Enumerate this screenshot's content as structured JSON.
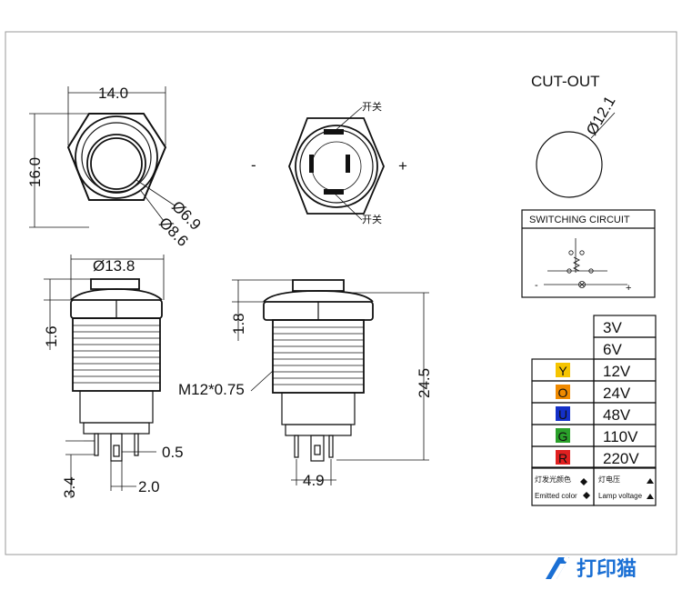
{
  "dimensions": {
    "hex_width": "14.0",
    "hex_height": "16.0",
    "inner_dia": "Ø6.9",
    "outer_dia": "Ø8.6",
    "head_dia": "Ø13.8",
    "head_height_left": "1.6",
    "head_height_right": "1.8",
    "total_length": "24.5",
    "thread": "M12*0.75",
    "pin_width": "0.5",
    "pin_length": "3.4",
    "pin_spacing": "2.0",
    "pin_spacing_side": "4.9"
  },
  "terminal_view": {
    "top_label": "开关",
    "bottom_label": "开关",
    "minus": "-",
    "plus": "+"
  },
  "cutout": {
    "title": "CUT-OUT",
    "diameter": "Ø12.1"
  },
  "switching_circuit": {
    "title": "SWITCHING CIRCUIT",
    "minus": "-",
    "plus": "+"
  },
  "voltage_table": {
    "rows": [
      {
        "code": "",
        "color": "",
        "voltage": "3V"
      },
      {
        "code": "",
        "color": "",
        "voltage": "6V"
      },
      {
        "code": "Y",
        "color": "#f5c400",
        "voltage": "12V"
      },
      {
        "code": "O",
        "color": "#f08a00",
        "voltage": "24V"
      },
      {
        "code": "U",
        "color": "#1430c8",
        "voltage": "48V"
      },
      {
        "code": "G",
        "color": "#2aa02a",
        "voltage": "110V"
      },
      {
        "code": "R",
        "color": "#e02020",
        "voltage": "220V"
      }
    ],
    "legend_color_cn": "灯发光颜色",
    "legend_color_en": "Emitted color",
    "legend_voltage_cn": "灯电压",
    "legend_voltage_en": "Lamp voltage"
  },
  "brand": {
    "name": "打印猫",
    "accent": "#1a6fd4"
  }
}
